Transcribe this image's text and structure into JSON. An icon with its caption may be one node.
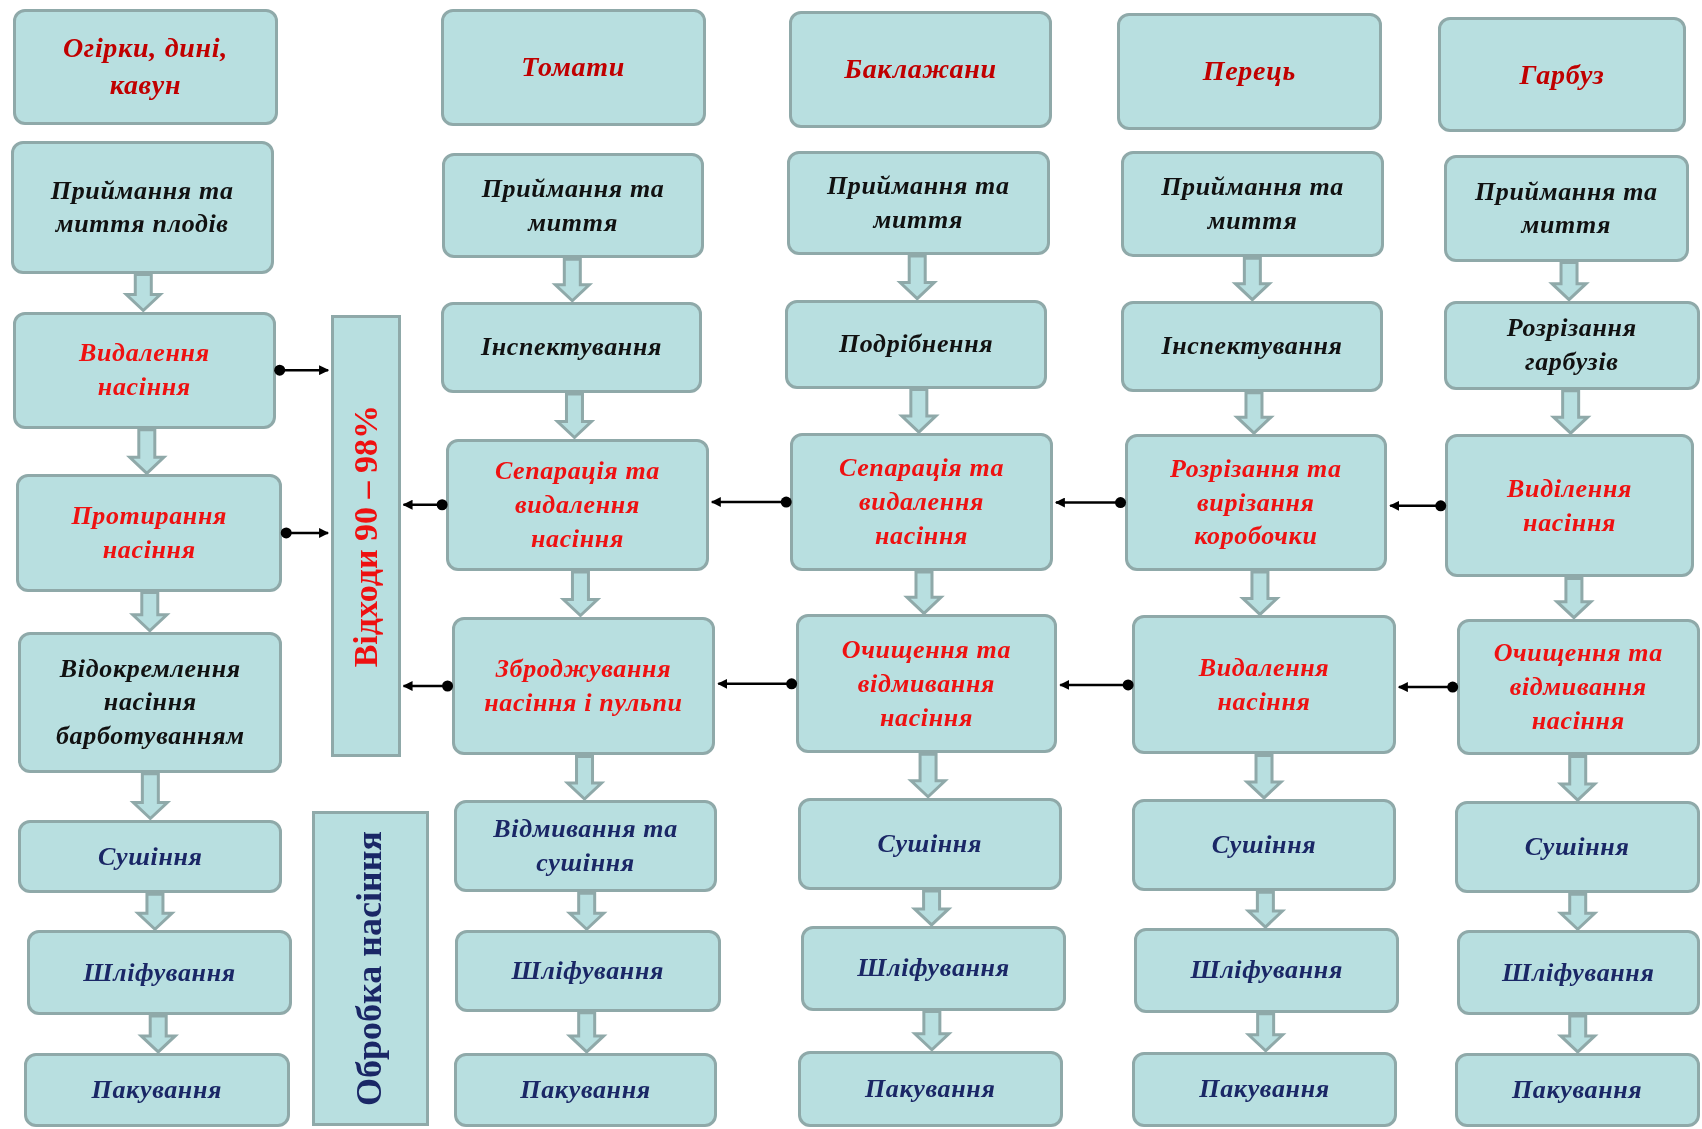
{
  "diagram": {
    "nodes": [
      {
        "text": [
          "Огірки, дині, кавун"
        ]
      },
      {
        "text": [
          "Приймання та миття плодів"
        ]
      },
      {
        "text": [
          "Видалення насіння"
        ]
      },
      {
        "text": [
          "Протирання насіння"
        ]
      },
      {
        "text": [
          "Відокремлення насіння барботуванням"
        ]
      },
      {
        "text": [
          "Сушіння"
        ]
      },
      {
        "text": [
          "Шліфування"
        ]
      },
      {
        "text": [
          "Пакування"
        ]
      },
      {
        "text": [
          "Томати"
        ]
      },
      {
        "text": [
          "Приймання та миття"
        ]
      },
      {
        "text": [
          "Інспектування"
        ]
      },
      {
        "text": [
          "Сепарація та видалення насіння"
        ]
      },
      {
        "text": [
          "Зброджування насіння і пульпи"
        ]
      },
      {
        "text": [
          "Відмивання та сушіння"
        ]
      },
      {
        "text": [
          "Шліфування"
        ]
      },
      {
        "text": [
          "Пакування"
        ]
      },
      {
        "text": [
          "Баклажани"
        ]
      },
      {
        "text": [
          "Приймання та миття"
        ]
      },
      {
        "text": [
          "Подрібнення"
        ]
      },
      {
        "text": [
          "Сепарація та видалення насіння"
        ]
      },
      {
        "text": [
          "Очищення та відмивання насіння"
        ]
      },
      {
        "text": [
          "Сушіння"
        ]
      },
      {
        "text": [
          "Шліфування"
        ]
      },
      {
        "text": [
          "Пакування"
        ]
      },
      {
        "text": [
          "Перець"
        ]
      },
      {
        "text": [
          "Приймання та миття"
        ]
      },
      {
        "text": [
          "Інспектування"
        ]
      },
      {
        "text": [
          "Розрізання та вирізання коробочки"
        ]
      },
      {
        "text": [
          "Видалення насіння"
        ]
      },
      {
        "text": [
          "Сушіння"
        ]
      },
      {
        "text": [
          "Шліфування"
        ]
      },
      {
        "text": [
          "Пакування"
        ]
      },
      {
        "text": [
          "Гарбуз"
        ]
      },
      {
        "text": [
          "Приймання та миття"
        ]
      },
      {
        "text": [
          "Розрізання гарбузів"
        ]
      },
      {
        "text": [
          "Виділення насіння"
        ]
      },
      {
        "text": [
          "Очищення та відмивання насіння"
        ]
      },
      {
        "text": [
          "Сушіння"
        ]
      },
      {
        "text": [
          "Шліфування"
        ]
      },
      {
        "text": [
          "Пакування"
        ]
      },
      {
        "text": [
          "Відходи 90 – 98%"
        ]
      },
      {
        "text": [
          "Обробка насіння"
        ]
      }
    ],
    "edges": [
      {
        "from": 1,
        "to": 2,
        "arrow": "to",
        "style": "thick"
      },
      {
        "from": 2,
        "to": 3,
        "arrow": "to",
        "style": "thick"
      },
      {
        "from": 3,
        "to": 4,
        "arrow": "to",
        "style": "thick"
      },
      {
        "from": 4,
        "to": 5,
        "arrow": "to",
        "style": "thick"
      },
      {
        "from": 5,
        "to": 6,
        "arrow": "to",
        "style": "thick"
      },
      {
        "from": 6,
        "to": 7,
        "arrow": "to",
        "style": "thick"
      },
      {
        "from": 9,
        "to": 10,
        "arrow": "to",
        "style": "thick"
      },
      {
        "from": 10,
        "to": 11,
        "arrow": "to",
        "style": "thick"
      },
      {
        "from": 11,
        "to": 12,
        "arrow": "to",
        "style": "thick"
      },
      {
        "from": 12,
        "to": 13,
        "arrow": "to",
        "style": "thick"
      },
      {
        "from": 13,
        "to": 14,
        "arrow": "to",
        "style": "thick"
      },
      {
        "from": 14,
        "to": 15,
        "arrow": "to",
        "style": "thick"
      },
      {
        "from": 17,
        "to": 18,
        "arrow": "to",
        "style": "thick"
      },
      {
        "from": 18,
        "to": 19,
        "arrow": "to",
        "style": "thick"
      },
      {
        "from": 19,
        "to": 20,
        "arrow": "to",
        "style": "thick"
      },
      {
        "from": 20,
        "to": 21,
        "arrow": "to",
        "style": "thick"
      },
      {
        "from": 21,
        "to": 22,
        "arrow": "to",
        "style": "thick"
      },
      {
        "from": 22,
        "to": 23,
        "arrow": "to",
        "style": "thick"
      },
      {
        "from": 25,
        "to": 26,
        "arrow": "to",
        "style": "thick"
      },
      {
        "from": 26,
        "to": 27,
        "arrow": "to",
        "style": "thick"
      },
      {
        "from": 27,
        "to": 28,
        "arrow": "to",
        "style": "thick"
      },
      {
        "from": 28,
        "to": 29,
        "arrow": "to",
        "style": "thick"
      },
      {
        "from": 29,
        "to": 30,
        "arrow": "to",
        "style": "thick"
      },
      {
        "from": 30,
        "to": 31,
        "arrow": "to",
        "style": "thick"
      },
      {
        "from": 33,
        "to": 34,
        "arrow": "to",
        "style": "thick"
      },
      {
        "from": 34,
        "to": 35,
        "arrow": "to",
        "style": "thick"
      },
      {
        "from": 35,
        "to": 36,
        "arrow": "to",
        "style": "thick"
      },
      {
        "from": 36,
        "to": 37,
        "arrow": "to",
        "style": "thick"
      },
      {
        "from": 37,
        "to": 38,
        "arrow": "to",
        "style": "thick"
      },
      {
        "from": 38,
        "to": 39,
        "arrow": "to",
        "style": "thick"
      },
      {
        "from": 2,
        "to": 40,
        "arrow": "to"
      },
      {
        "from": 3,
        "to": 40,
        "arrow": "to"
      },
      {
        "from": 11,
        "to": 40,
        "arrow": "to"
      },
      {
        "from": 12,
        "to": 40,
        "arrow": "to"
      },
      {
        "from": 19,
        "to": 11,
        "arrow": "to"
      },
      {
        "from": 27,
        "to": 19,
        "arrow": "to"
      },
      {
        "from": 35,
        "to": 27,
        "arrow": "to"
      },
      {
        "from": 20,
        "to": 12,
        "arrow": "to"
      },
      {
        "from": 28,
        "to": 20,
        "arrow": "to"
      },
      {
        "from": 36,
        "to": 28,
        "arrow": "to"
      }
    ]
  }
}
